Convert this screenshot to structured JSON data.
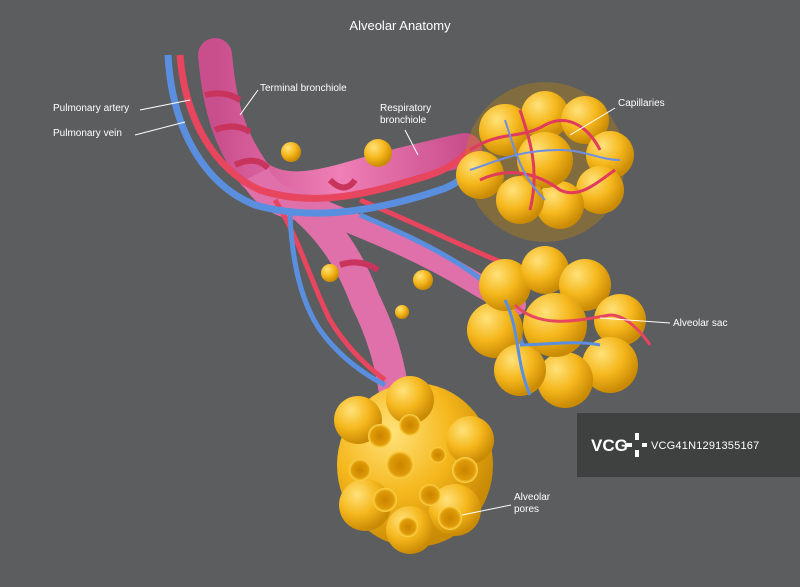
{
  "title": "Alveolar Anatomy",
  "labels": {
    "pulmonary_artery": "Pulmonary artery",
    "pulmonary_vein": "Pulmonary vein",
    "terminal_bronchiole": "Terminal bronchiole",
    "respiratory_bronchiole_1": "Respiratory",
    "respiratory_bronchiole_2": "bronchiole",
    "capillaries": "Capillaries",
    "alveolar_sac": "Alveolar sac",
    "alveolar_pores_1": "Alveolar",
    "alveolar_pores_2": "pores"
  },
  "watermark": {
    "logo_text": "VCG",
    "id_text": "VCG41N1291355167"
  },
  "colors": {
    "background": "#5b5d5e",
    "bronchiole": "#e86aa8",
    "artery": "#e8455f",
    "vein": "#5a8fe0",
    "alveoli": "#f4b81e"
  }
}
